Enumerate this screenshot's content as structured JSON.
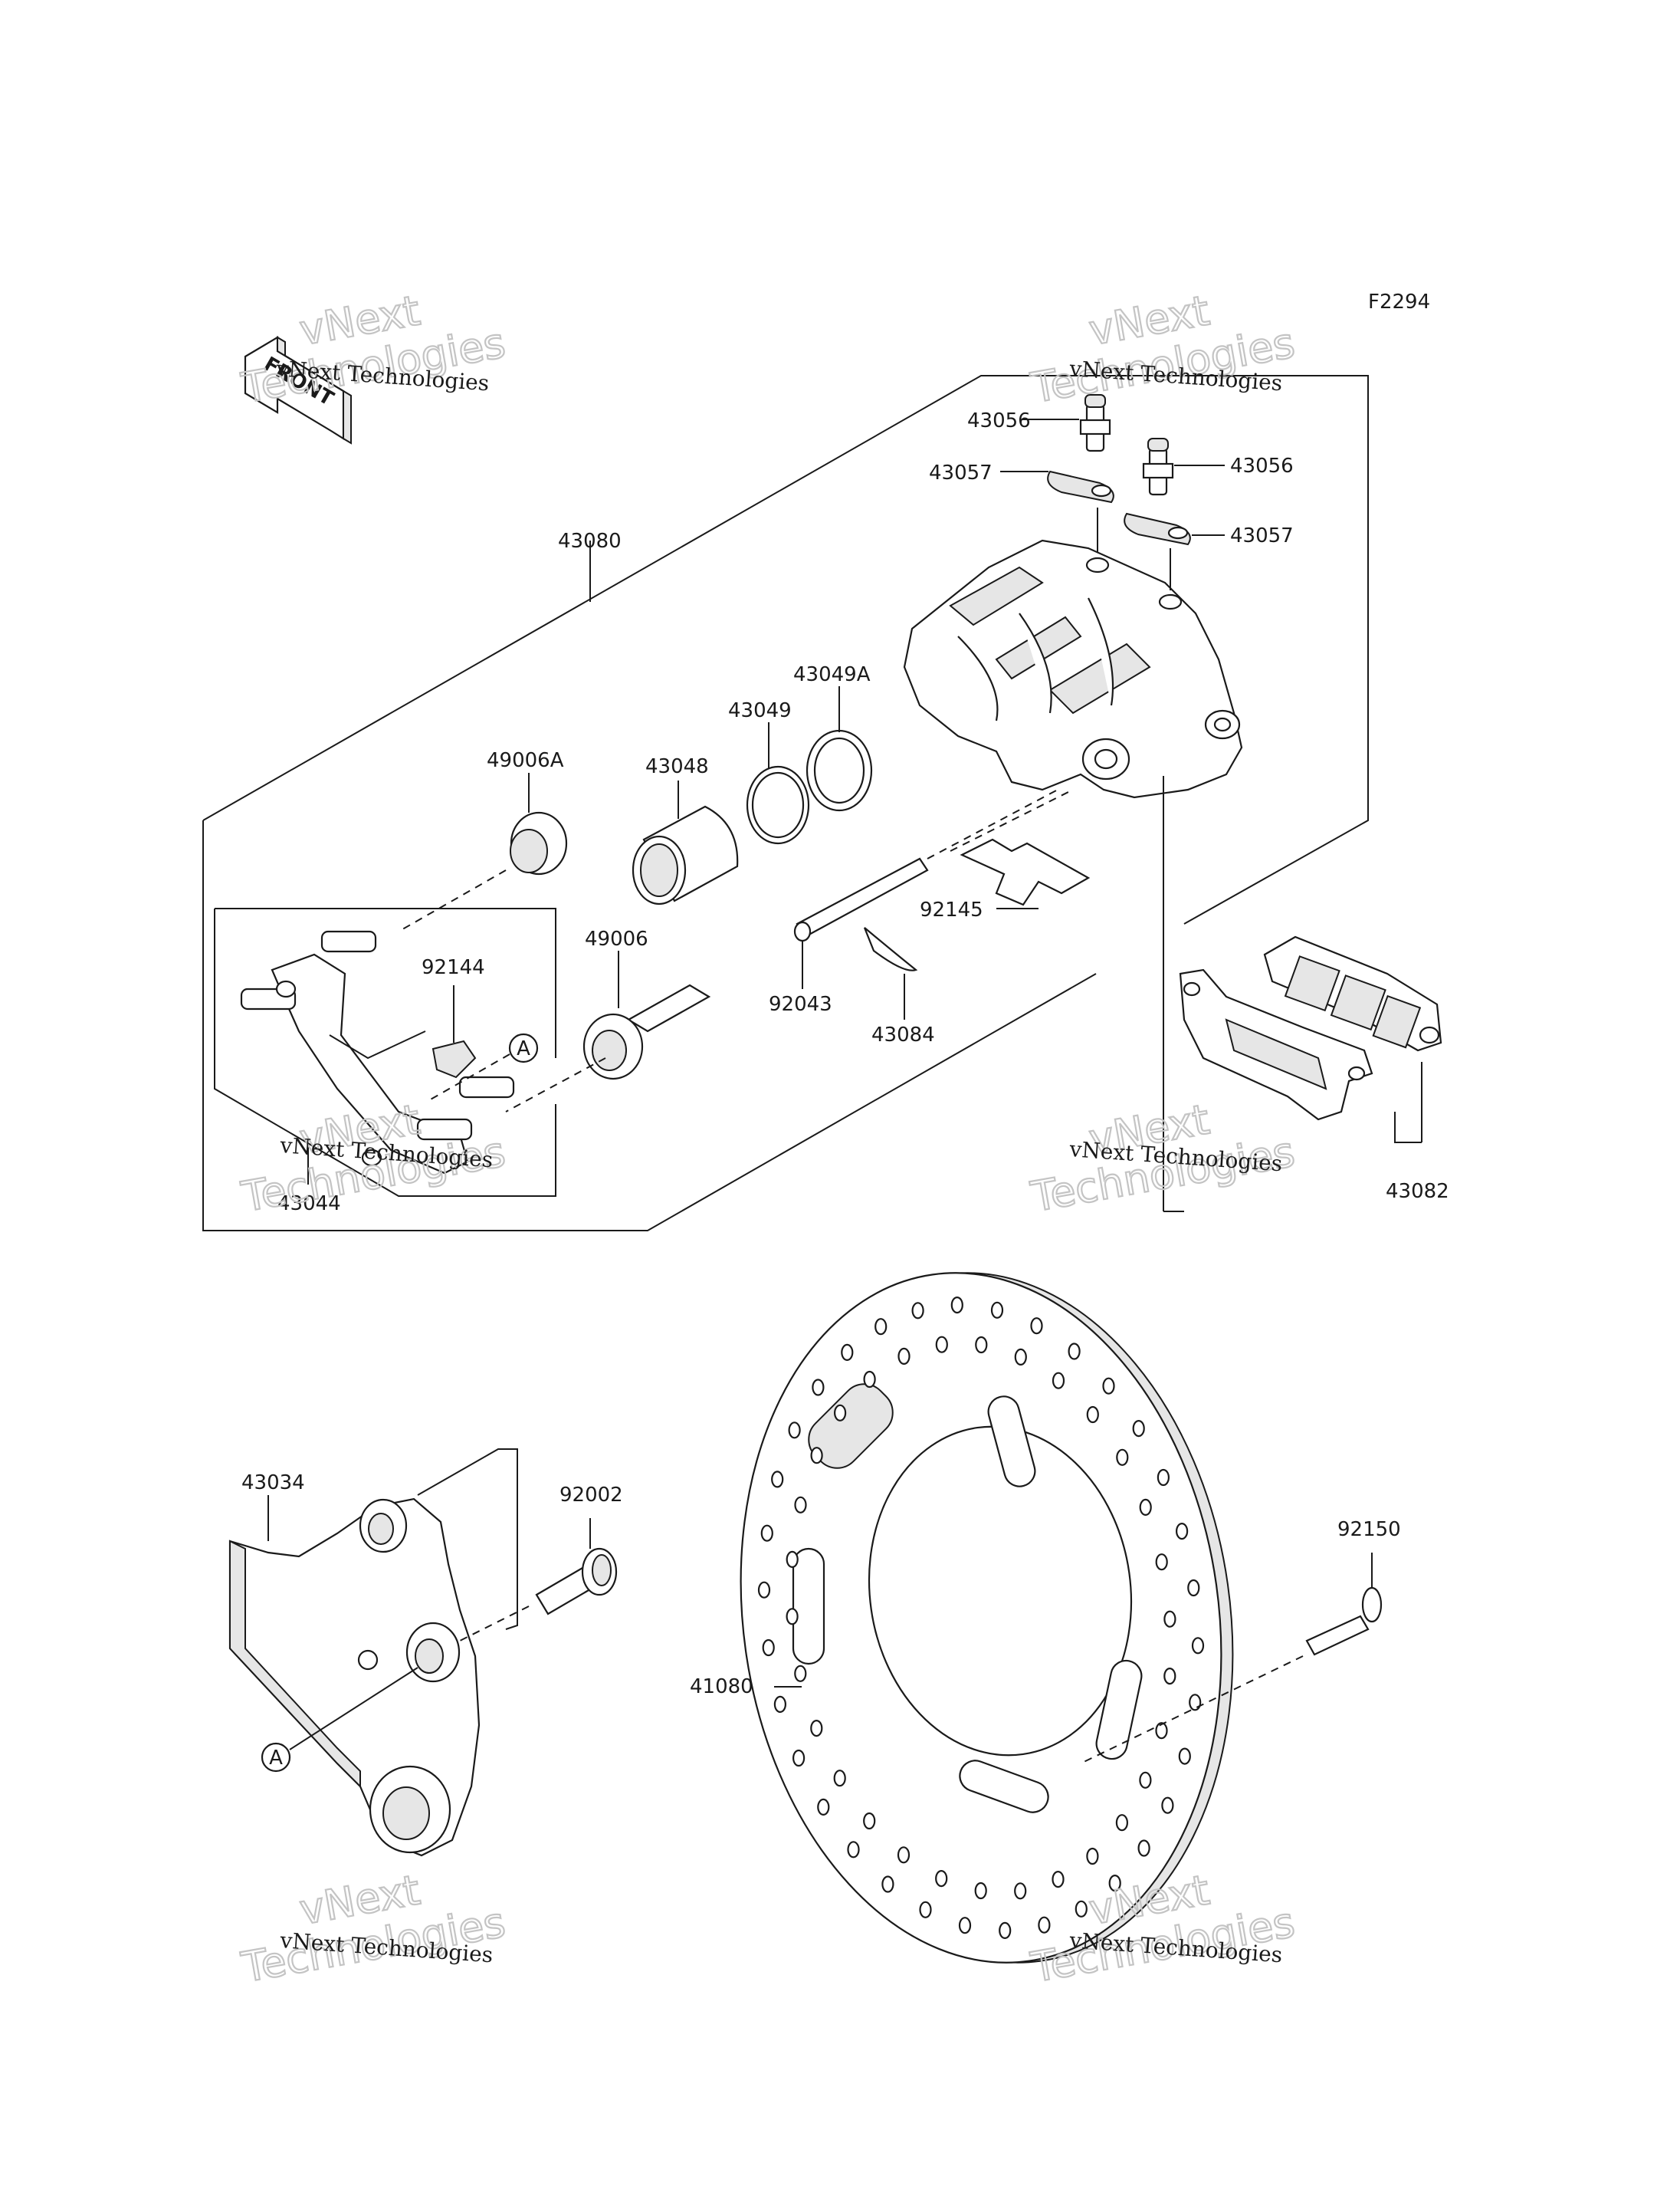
{
  "figure_code": "F2294",
  "front_badge": "FRONT",
  "watermark": {
    "small": "vNext Technologies",
    "big_line1": "vNext",
    "big_line2": "Technologies"
  },
  "part_labels": {
    "p43056a": "43056",
    "p43056b": "43056",
    "p43057a": "43057",
    "p43057b": "43057",
    "p43080": "43080",
    "p43049A": "43049A",
    "p43049": "43049",
    "p43048": "43048",
    "p49006A": "49006A",
    "p92144": "92144",
    "p49006": "49006",
    "p92145": "92145",
    "p92043": "92043",
    "p43084": "43084",
    "p43044": "43044",
    "p43082": "43082",
    "p43034": "43034",
    "p92002": "92002",
    "p92150": "92150",
    "p41080": "41080"
  },
  "callouts": {
    "a1": "A",
    "a2": "A"
  }
}
